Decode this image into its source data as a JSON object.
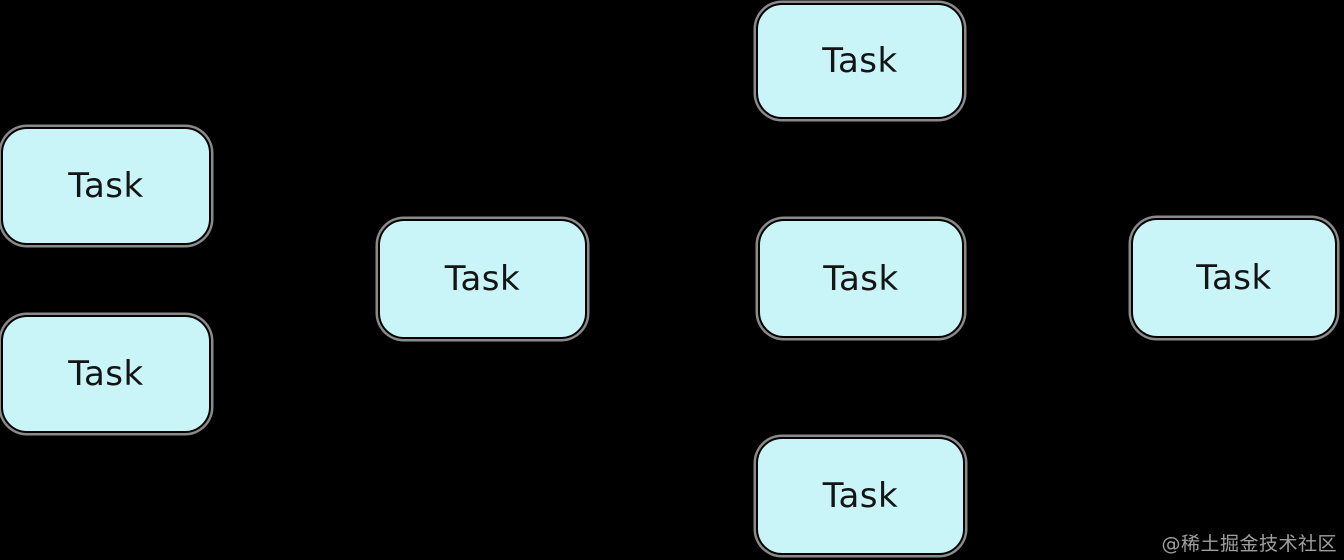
{
  "diagram": {
    "type": "flowchart",
    "node_count": 7
  },
  "nodes": [
    {
      "label": "Task",
      "position": "left-top"
    },
    {
      "label": "Task",
      "position": "left-bottom"
    },
    {
      "label": "Task",
      "position": "middle-left"
    },
    {
      "label": "Task",
      "position": "center-top"
    },
    {
      "label": "Task",
      "position": "center-middle"
    },
    {
      "label": "Task",
      "position": "center-bottom"
    },
    {
      "label": "Task",
      "position": "right"
    }
  ],
  "watermark": {
    "text": "@稀土掘金技术社区"
  },
  "colors": {
    "background": "#000000",
    "node_fill": "#c9f5f9",
    "node_border": "#000000",
    "node_glow": "#8a8a8a",
    "node_text": "#141414"
  }
}
